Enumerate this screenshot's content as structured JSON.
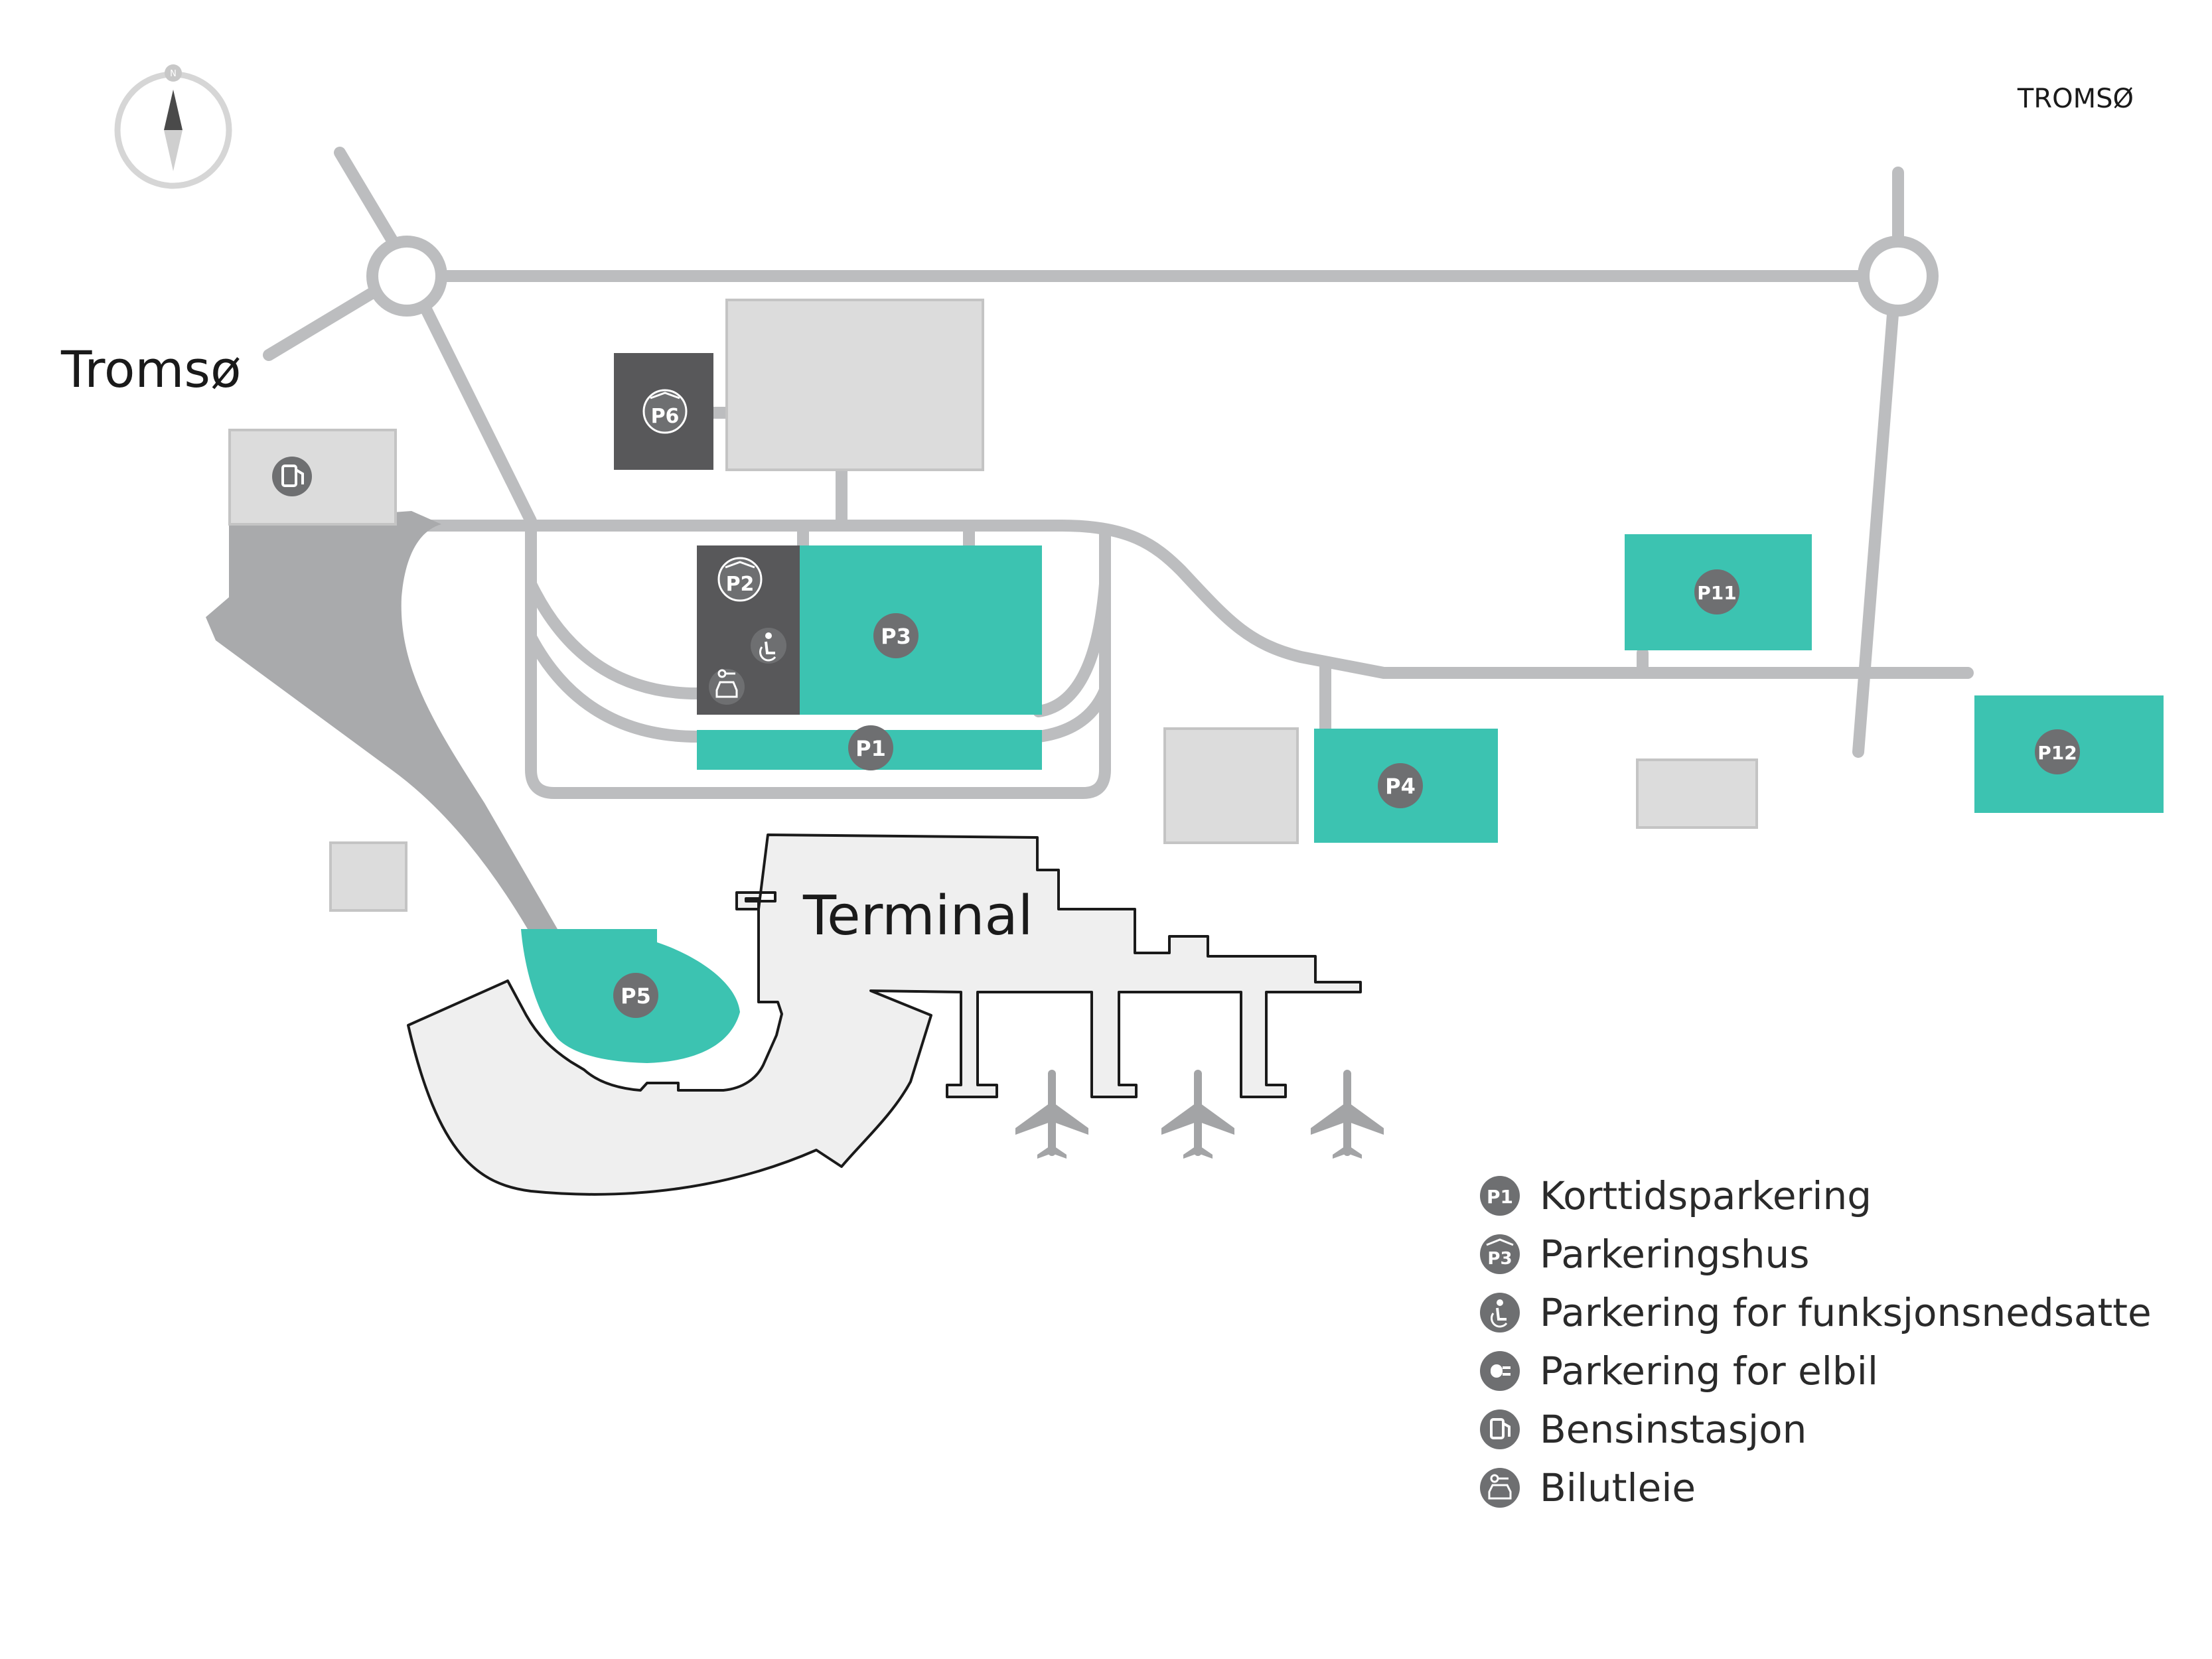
{
  "colors": {
    "road": "#bcbdbf",
    "building": "#dcdcdc",
    "lot": "#3cc3b1",
    "garage": "#58585a",
    "badge": "#6e6f71",
    "terminal_fill": "#efefef",
    "ramp": "#a9aaac"
  },
  "compass": {
    "north_letter": "N",
    "icon": "compass-icon"
  },
  "places": {
    "top_right": "TROMSØ",
    "left": "Tromsø",
    "terminal": "Terminal"
  },
  "lots": {
    "p1": "P1",
    "p2": "P2",
    "p3": "P3",
    "p4": "P4",
    "p5": "P5",
    "p6": "P6",
    "p11": "P11",
    "p12": "P12"
  },
  "legend": {
    "items": [
      {
        "badge": "P1",
        "icon": "short-term-parking-icon",
        "label": "Korttidsparkering"
      },
      {
        "badge": "P3",
        "icon": "parking-garage-icon",
        "label": "Parkeringshus"
      },
      {
        "badge": "",
        "icon": "accessible-parking-icon",
        "label": "Parkering for funksjonsnedsatte"
      },
      {
        "badge": "",
        "icon": "ev-charging-icon",
        "label": "Parkering for elbil"
      },
      {
        "badge": "",
        "icon": "fuel-station-icon",
        "label": "Bensinstasjon"
      },
      {
        "badge": "",
        "icon": "car-rental-icon",
        "label": "Bilutleie"
      }
    ]
  }
}
